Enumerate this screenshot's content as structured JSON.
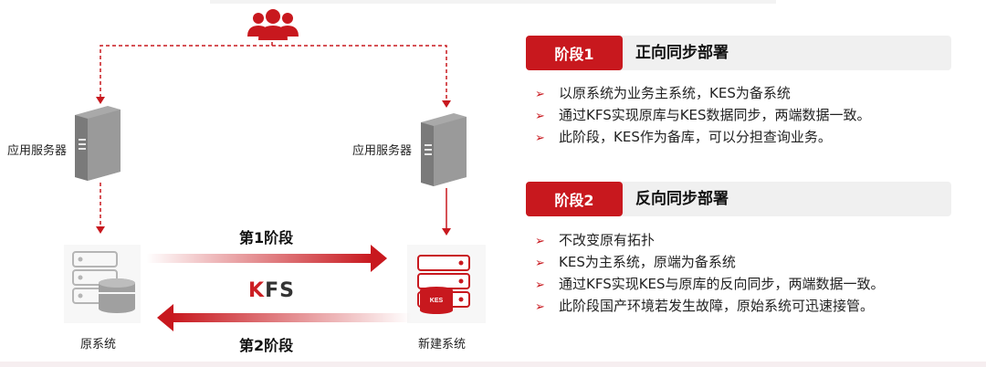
{
  "diagram": {
    "left_server_label": "应用服务器",
    "right_server_label": "应用服务器",
    "source_system_label": "原系统",
    "new_system_label": "新建系统",
    "stage1_arrow_label": "第1阶段",
    "stage2_arrow_label": "第2阶段",
    "kfs_logo": {
      "k": "K",
      "fs": "FS"
    },
    "kes_badge": "KES"
  },
  "phases": [
    {
      "badge": "阶段1",
      "title": "正向同步部署",
      "points": [
        "以原系统为业务主系统，KES为备系统",
        "通过KFS实现原库与KES数据同步，两端数据一致。",
        "此阶段，KES作为备库，可以分担查询业务。"
      ]
    },
    {
      "badge": "阶段2",
      "title": "反向同步部署",
      "points": [
        "不改变原有拓扑",
        "KES为主系统，原端为备系统",
        "通过KFS实现KES与原库的反向同步，两端数据一致。",
        "此阶段国产环境若发生故障，原始系统可迅速接管。"
      ]
    }
  ],
  "colors": {
    "accent": "#c8181e",
    "panel_bg": "#f0f0f0",
    "server_gray": "#8a8a8a"
  }
}
